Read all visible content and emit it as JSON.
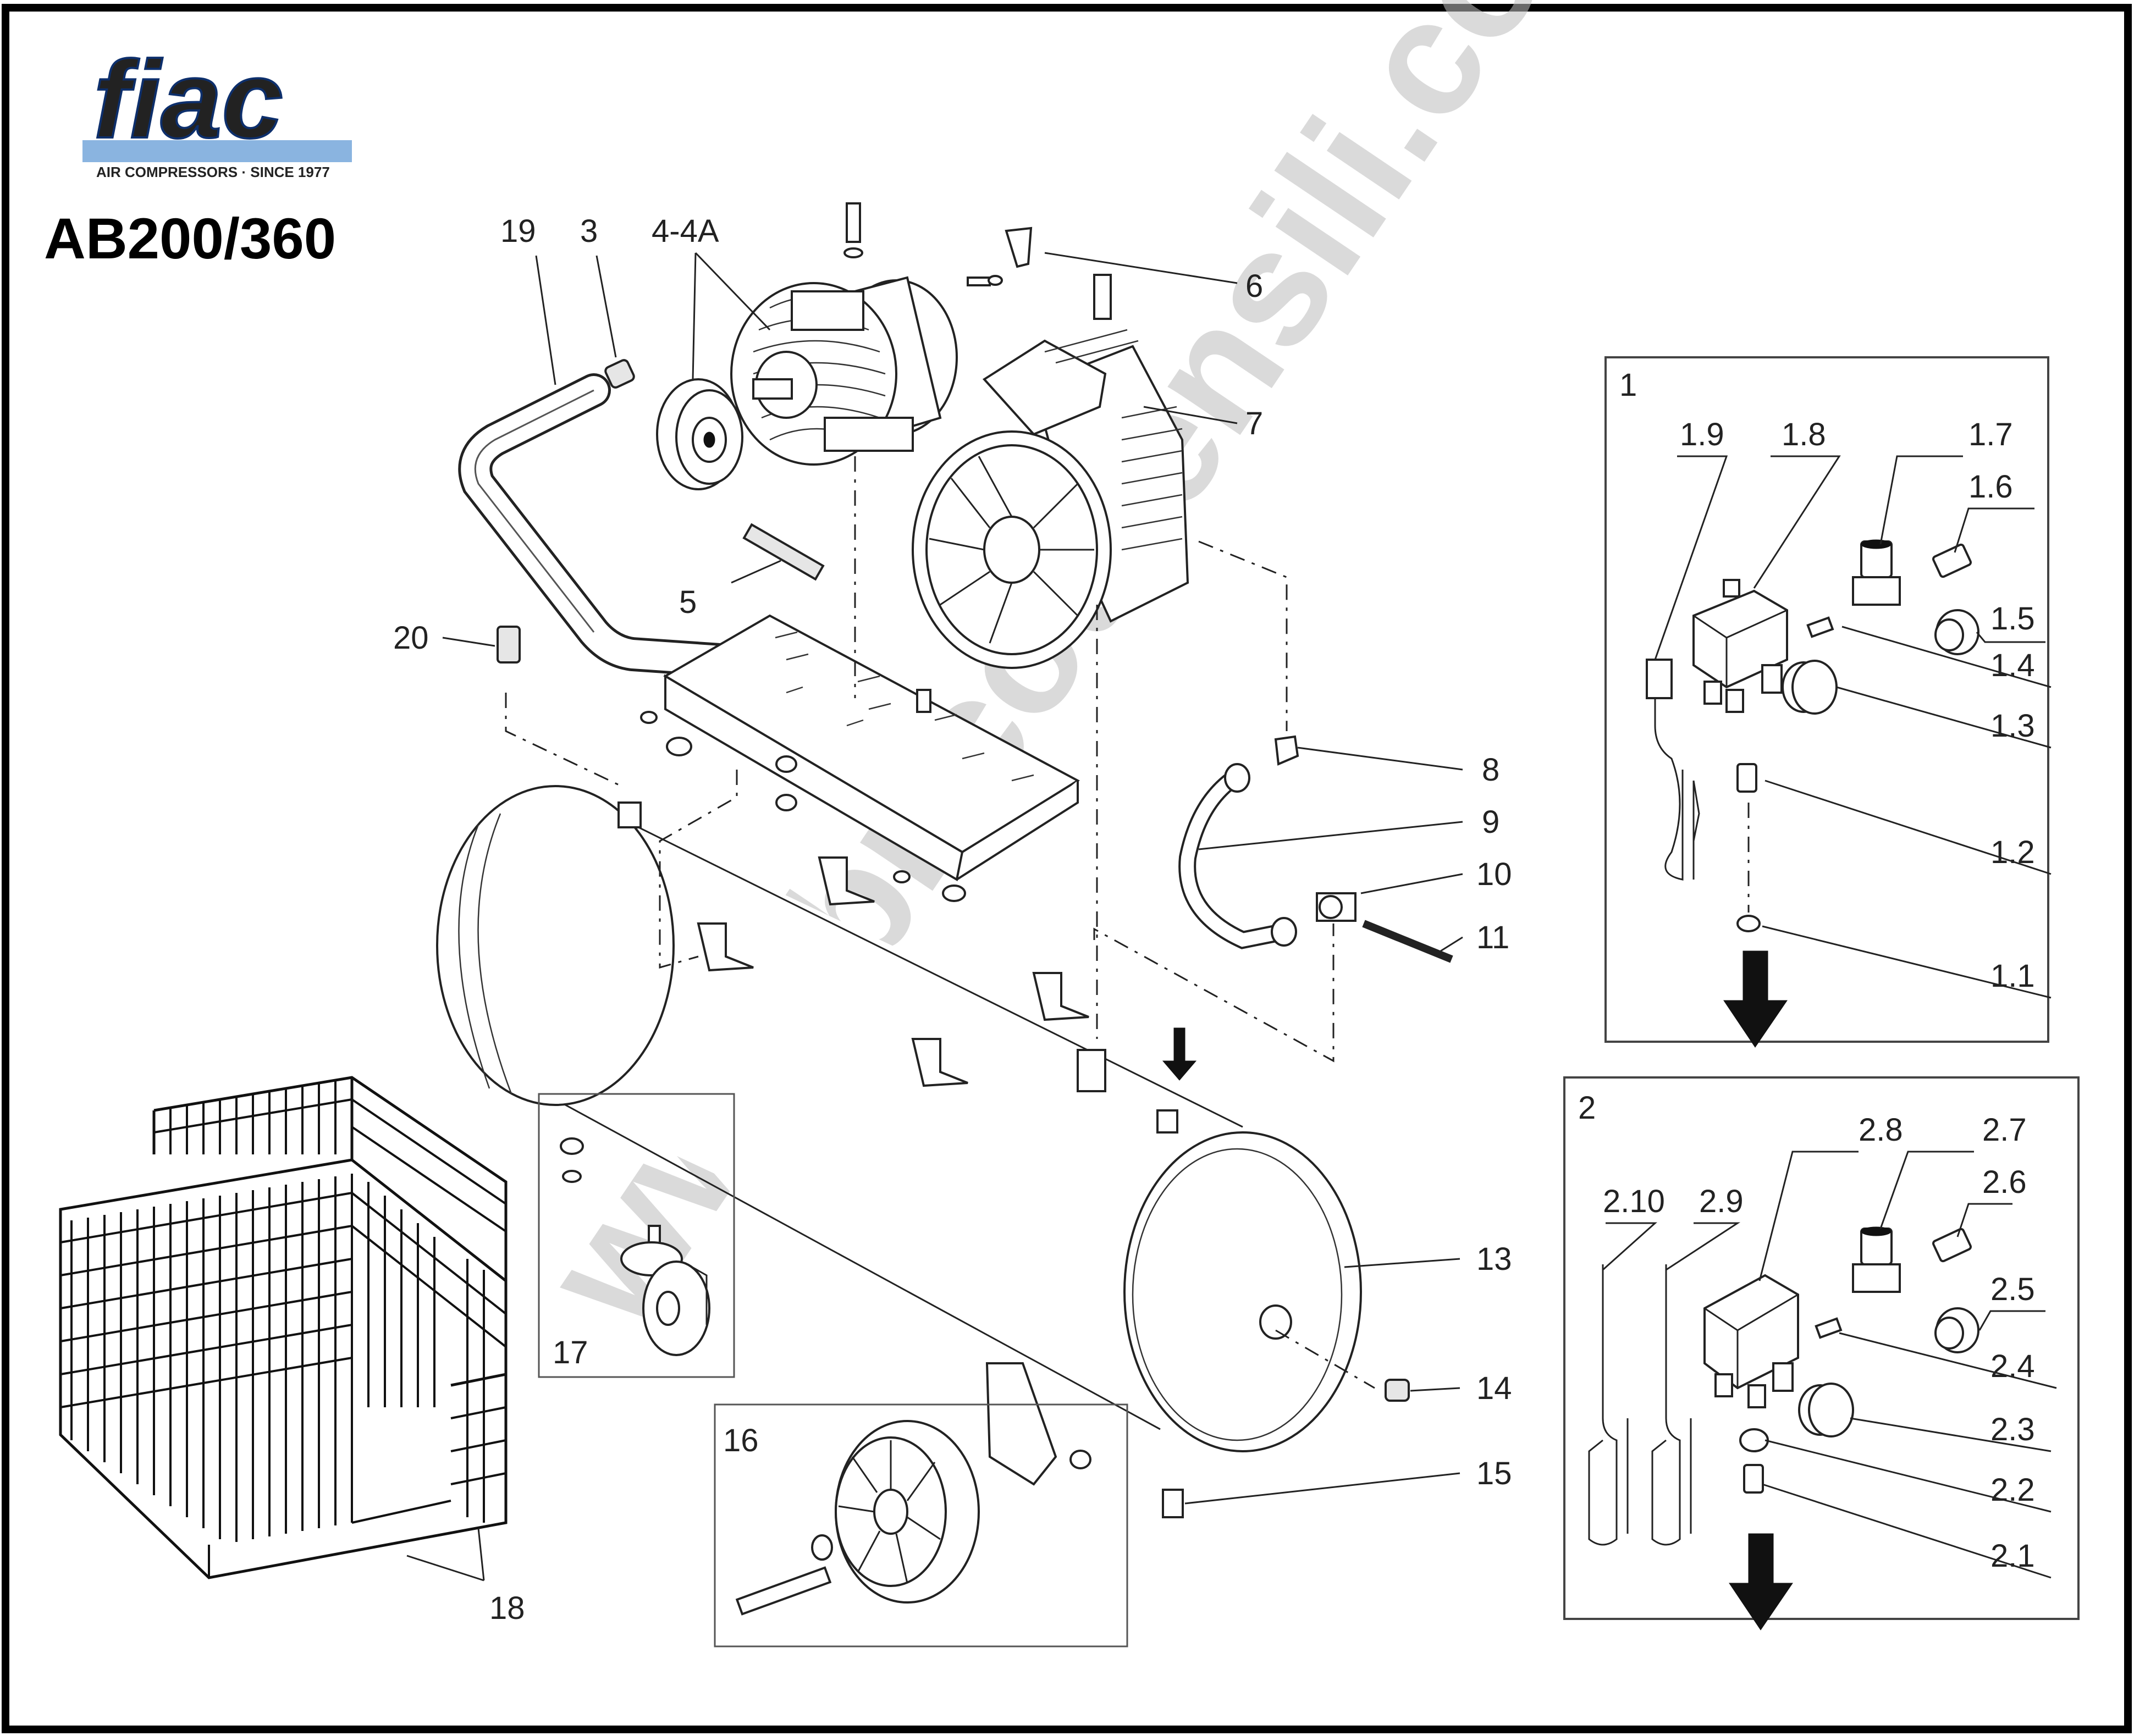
{
  "brand": {
    "logo_text": "fiac",
    "tagline": "AIR COMPRESSORS · SINCE 1977",
    "colors": {
      "logo_blue": "#1d4f9c",
      "logo_light": "#8ab4e0"
    }
  },
  "model": "AB200/360",
  "watermark": "www.bricoutensili.com",
  "labels": {
    "p19": "19",
    "p3": "3",
    "p4": "4-4A",
    "p6": "6",
    "p7": "7",
    "p5": "5",
    "p20": "20",
    "p8": "8",
    "p9": "9",
    "p10": "10",
    "p11": "11",
    "p13": "13",
    "p14": "14",
    "p15": "15",
    "p16": "16",
    "p17": "17",
    "p18": "18"
  },
  "box1": {
    "number": "1",
    "labels": [
      "1.9",
      "1.8",
      "1.7",
      "1.6",
      "1.5",
      "1.4",
      "1.3",
      "1.2",
      "1.1"
    ]
  },
  "box2": {
    "number": "2",
    "labels": [
      "2.10",
      "2.9",
      "2.8",
      "2.7",
      "2.6",
      "2.5",
      "2.4",
      "2.3",
      "2.2",
      "2.1"
    ]
  }
}
